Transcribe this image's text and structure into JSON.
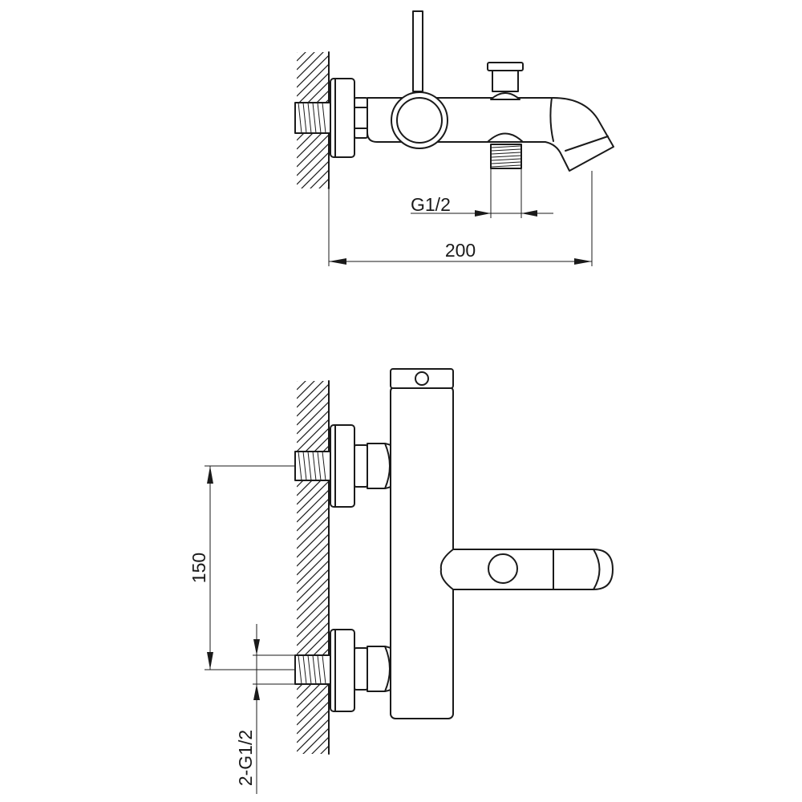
{
  "top_view": {
    "outlet_thread_label": "G1/2",
    "overall_length_label": "200"
  },
  "side_view": {
    "inlet_spacing_label": "150",
    "inlet_thread_label": "2-G1/2"
  },
  "colors": {
    "line": "#1a1a1a",
    "background": "#ffffff"
  }
}
